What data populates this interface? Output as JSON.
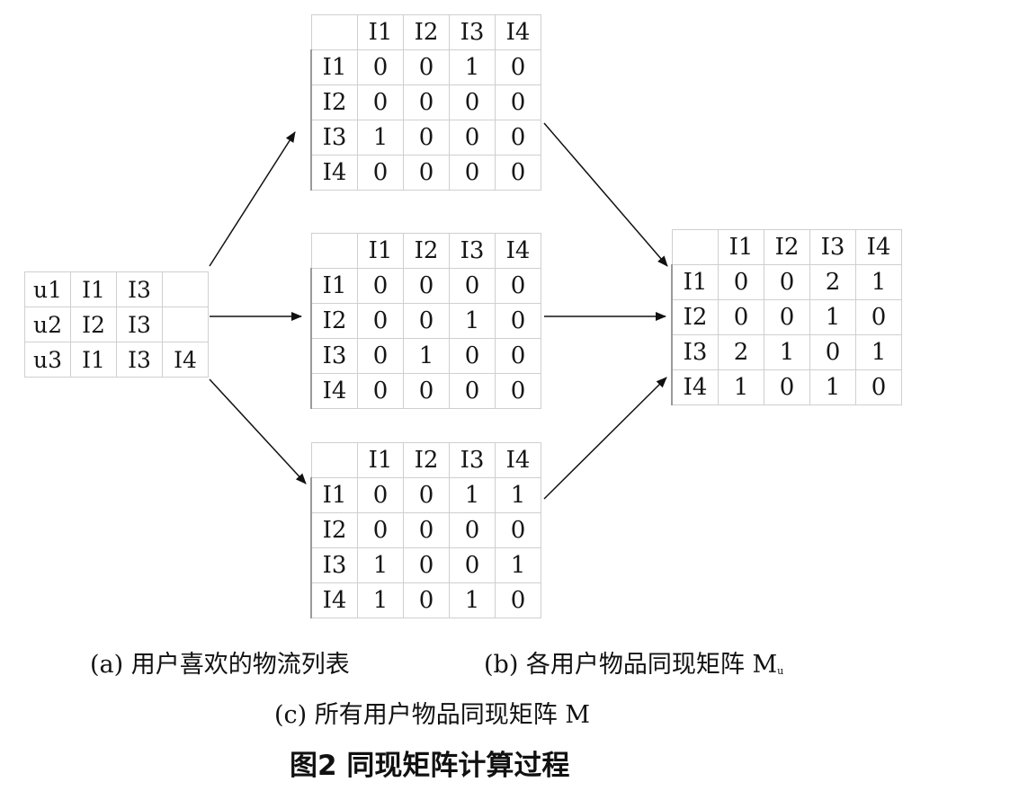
{
  "user_table": {
    "rows": [
      [
        "u1",
        "I1",
        "I3",
        ""
      ],
      [
        "u2",
        "I2",
        "I3",
        ""
      ],
      [
        "u3",
        "I1",
        "I3",
        "I4"
      ]
    ]
  },
  "matrix_items": [
    "I1",
    "I2",
    "I3",
    "I4"
  ],
  "matrices": {
    "user1": [
      [
        0,
        0,
        1,
        0
      ],
      [
        0,
        0,
        0,
        0
      ],
      [
        1,
        0,
        0,
        0
      ],
      [
        0,
        0,
        0,
        0
      ]
    ],
    "user2": [
      [
        0,
        0,
        0,
        0
      ],
      [
        0,
        0,
        1,
        0
      ],
      [
        0,
        1,
        0,
        0
      ],
      [
        0,
        0,
        0,
        0
      ]
    ],
    "user3": [
      [
        0,
        0,
        1,
        1
      ],
      [
        0,
        0,
        0,
        0
      ],
      [
        1,
        0,
        0,
        1
      ],
      [
        1,
        0,
        1,
        0
      ]
    ],
    "total": [
      [
        0,
        0,
        2,
        1
      ],
      [
        0,
        0,
        1,
        0
      ],
      [
        2,
        1,
        0,
        1
      ],
      [
        1,
        0,
        1,
        0
      ]
    ]
  },
  "captions": {
    "a": "(a)  用户喜欢的物流列表",
    "b_main": "(b)  各用户物品同现矩阵 M",
    "b_sub": "u",
    "c": "(c)  所有用户物品同现矩阵 M"
  },
  "figure_title": "图2    同现矩阵计算过程",
  "colors": {
    "ink": "#111111",
    "grid": "#cfcfcf",
    "row_edge": "#9a9a9a"
  }
}
